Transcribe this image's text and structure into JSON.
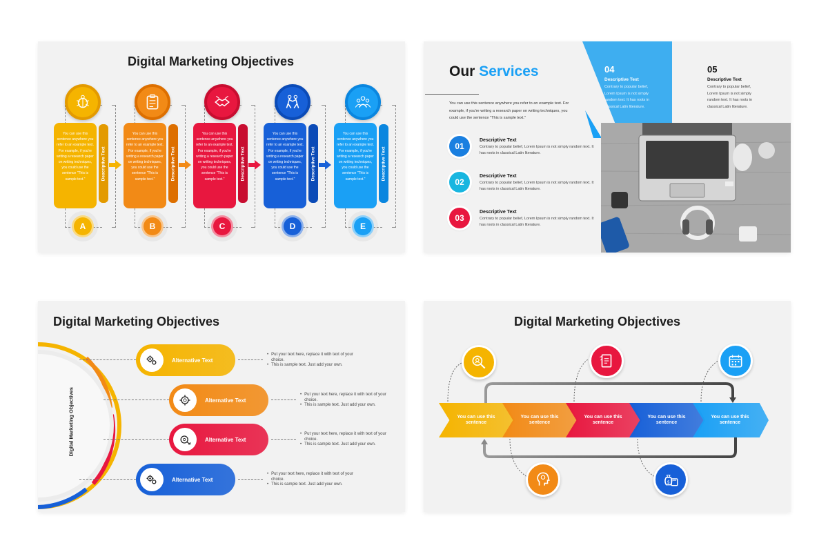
{
  "slide1": {
    "title": "Digital Marketing Objectives",
    "cards": [
      {
        "letter": "A",
        "body": "You can use this sentence anywhere you refer to an example text. For example, if you're writing a research paper on writing techniques, you could use the sentence \"This is sample text.\"",
        "side_label": "Descriptive Text",
        "color": "#f5b400",
        "dark": "#e39a00",
        "icon": "bug-icon"
      },
      {
        "letter": "B",
        "body": "You can use this sentence anywhere you refer to an example text. For example, if you're writing a research paper on writing techniques, you could use the sentence \"This is sample text.\"",
        "side_label": "Descriptive Text",
        "color": "#f28a16",
        "dark": "#dd6f00",
        "icon": "clipboard-icon"
      },
      {
        "letter": "C",
        "body": "You can use this sentence anywhere you refer to an example text. For example, if you're writing a research paper on writing techniques, you could use the sentence \"This is sample text.\"",
        "side_label": "Descriptive Text",
        "color": "#e8173f",
        "dark": "#c80d30",
        "icon": "handshake-icon"
      },
      {
        "letter": "D",
        "body": "You can use this sentence anywhere you refer to an example text. For example, if you're writing a research paper on writing techniques, you could use the sentence \"This is sample text.\"",
        "side_label": "Descriptive Text",
        "color": "#1760d8",
        "dark": "#0b4bb7",
        "icon": "people-pushing-icon"
      },
      {
        "letter": "E",
        "body": "You can use this sentence anywhere you refer to an example text. For example, if you're writing a research paper on writing techniques, you could use the sentence \"This is sample text.\"",
        "side_label": "Descriptive Text",
        "color": "#1aa0f5",
        "dark": "#0a86df",
        "icon": "team-icon"
      }
    ]
  },
  "slide2": {
    "title_part1": "Our",
    "title_part2": "Services",
    "intro": "You can use this sentence anywhere you refer to an example text. For example, if you're writing a research paper on writing techniques, you could use the sentence \"This is sample text.\"",
    "services": [
      {
        "num": "01",
        "heading": "Descriptive Text",
        "body": "Contrary to popular belief, Lorem Ipsum is not simply random text. It has roots in classical Latin literature.",
        "color": "#1a7fe0"
      },
      {
        "num": "02",
        "heading": "Descriptive Text",
        "body": "Contrary to popular belief, Lorem Ipsum is not simply random text. It has roots in classical Latin literature.",
        "color": "#18b6e0"
      },
      {
        "num": "03",
        "heading": "Descriptive Text",
        "body": "Contrary to popular belief, Lorem Ipsum is not simply random text. It has roots in classical Latin literature.",
        "color": "#e8173f"
      }
    ],
    "top_items": [
      {
        "num": "04",
        "heading": "Descriptive Text",
        "body": "Contrary to popular belief, Lorem Ipsum is not simply random text. It has roots in classical Latin literature."
      },
      {
        "num": "05",
        "heading": "Descriptive Text",
        "body": "Contrary to popular belief, Lorem Ipsum is not simply random text. It has roots in classical Latin literature."
      }
    ],
    "accent": "#2aa6f0"
  },
  "slide3": {
    "title": "Digital Marketing Objectives",
    "side_label": "Digital Marketing Objectives",
    "pills": [
      {
        "label": "Alternative Text",
        "color": "#f5b400",
        "icon": "gears-icon",
        "bullets": [
          "Put your text here, replace it with text of your choice.",
          "This is sample text. Just add your own."
        ]
      },
      {
        "label": "Alternative Text",
        "color": "#f28a16",
        "icon": "gear-target-icon",
        "bullets": [
          "Put your text here, replace it with text of your choice.",
          "This is sample text. Just add your own."
        ]
      },
      {
        "label": "Alternative Text",
        "color": "#e8173f",
        "icon": "gear-arrow-icon",
        "bullets": [
          "Put your text here, replace it with text of your choice.",
          "This is sample text. Just add your own."
        ]
      },
      {
        "label": "Alternative Text",
        "color": "#1760d8",
        "icon": "gears-icon",
        "bullets": [
          "Put your text here, replace it with text of your choice.",
          "This is sample text. Just add your own."
        ]
      }
    ]
  },
  "slide4": {
    "title": "Digital Marketing Objectives",
    "steps": [
      {
        "text": "You can use this sentence",
        "color": "#f5b400"
      },
      {
        "text": "You can use this sentence",
        "color": "#f28a16"
      },
      {
        "text": "You can use this sentence",
        "color": "#e8173f"
      },
      {
        "text": "You can use this sentence",
        "color": "#1760d8"
      },
      {
        "text": "You can use this sentence",
        "color": "#1aa0f5"
      }
    ],
    "icons": [
      {
        "name": "search-person-icon",
        "color": "#f5b400"
      },
      {
        "name": "document-icon",
        "color": "#e8173f"
      },
      {
        "name": "calendar-icon",
        "color": "#1aa0f5"
      },
      {
        "name": "idea-head-icon",
        "color": "#f28a16"
      },
      {
        "name": "money-calculator-icon",
        "color": "#1760d8"
      }
    ]
  }
}
